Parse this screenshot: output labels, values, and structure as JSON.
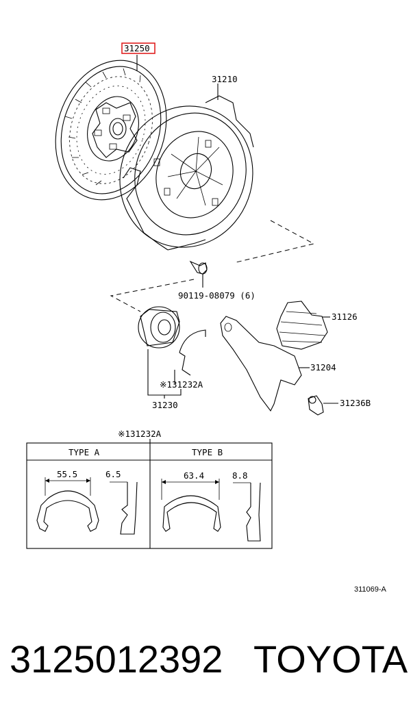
{
  "parts": {
    "clutch_disc": "31250",
    "clutch_cover": "31210",
    "bolt": "90119-08079 (6)",
    "boot": "31126",
    "release_fork": "31204",
    "fork_support": "31236B",
    "bearing_assy": "31230",
    "clip": "※131232A"
  },
  "detail_box": {
    "title": "※131232A",
    "type_a": {
      "label": "TYPE A",
      "dim_width": "55.5",
      "dim_side": "6.5"
    },
    "type_b": {
      "label": "TYPE B",
      "dim_width": "63.4",
      "dim_side": "8.8"
    }
  },
  "illustration_code": "311069-A",
  "part_number": "3125012392",
  "brand": "TOYOTA",
  "highlight_color": "#e02020"
}
